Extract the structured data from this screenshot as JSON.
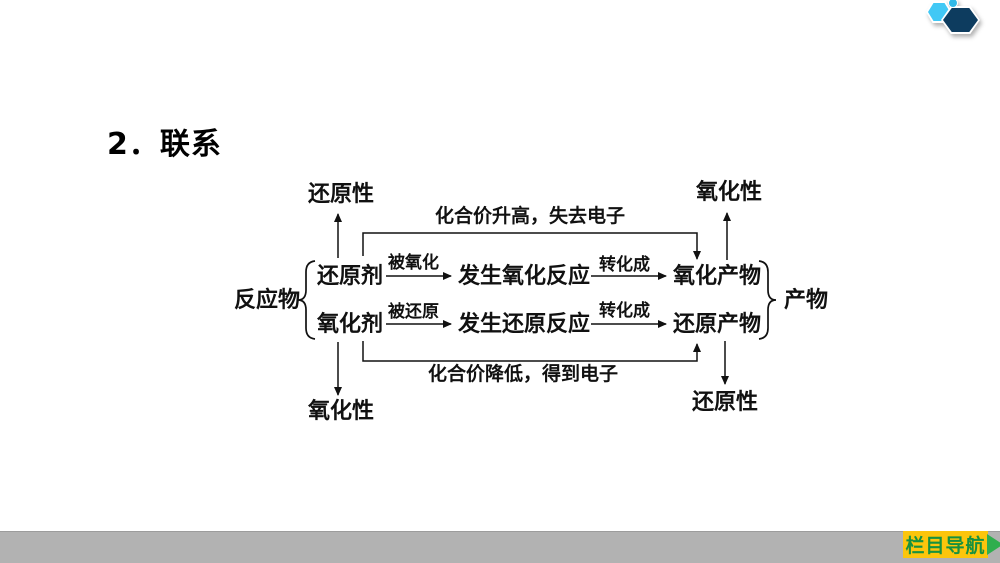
{
  "title": {
    "text": "2．联系"
  },
  "logo": {
    "light_hex_color": "#41c8f5",
    "dark_hex_color": "#0d3c5f",
    "dot_color": "#2fb9e8"
  },
  "diagram": {
    "reactants_label": "反应物",
    "products_label": "产物",
    "top_note": "化合价升高，失去电子",
    "bottom_note": "化合价降低，得到电子",
    "top_left_property": "还原性",
    "top_right_property": "氧化性",
    "bottom_left_property": "氧化性",
    "bottom_right_property": "还原性",
    "rows": [
      {
        "agent": "还原剂",
        "process_label": "被氧化",
        "reaction": "发生氧化反应",
        "convert_label": "转化成",
        "product": "氧化产物"
      },
      {
        "agent": "氧化剂",
        "process_label": "被还原",
        "reaction": "发生还原反应",
        "convert_label": "转化成",
        "product": "还原产物"
      }
    ]
  },
  "footer": {
    "nav_label": "栏目导航",
    "bar_color": "#b2b2b2",
    "badge_color": "#fcc50c",
    "badge_text_color": "#17913f",
    "arrow_color": "#2fae4e"
  }
}
